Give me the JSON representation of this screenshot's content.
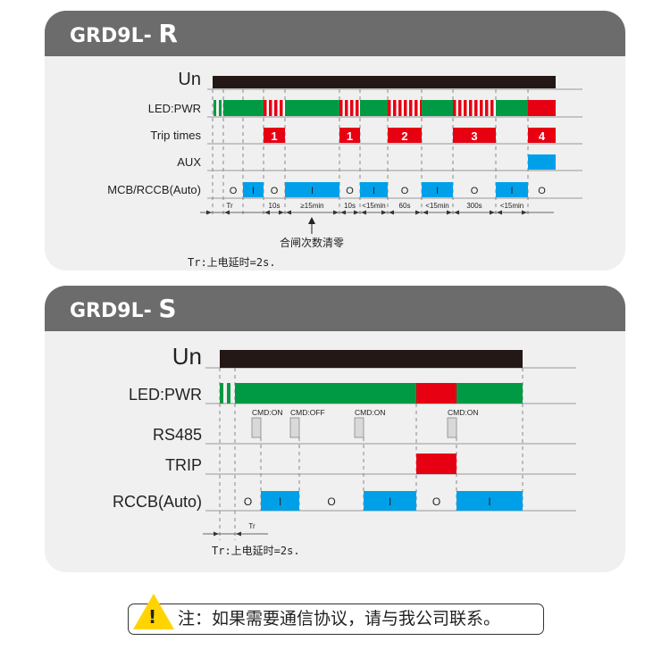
{
  "panels": [
    {
      "title_prefix": "GRD9L- ",
      "title_suffix": "R",
      "signals": [
        "Un",
        "LED:PWR",
        "Trip times",
        "AUX",
        "MCB/RCCB(Auto)"
      ],
      "trip_counts": [
        "1",
        "1",
        "2",
        "3",
        "4"
      ],
      "breaker_states": [
        "O",
        "I",
        "O",
        "I",
        "O",
        "I",
        "O",
        "I",
        "O",
        "I",
        "O"
      ],
      "durations": [
        "Tr",
        "10s",
        "≥15min",
        "10s",
        "<15min",
        "60s",
        "<15min",
        "300s",
        "<15min"
      ],
      "annotation": "合闸次数清零",
      "footnote": "Tr:上电延时=2s."
    },
    {
      "title_prefix": "GRD9L- ",
      "title_suffix": "S",
      "signals": [
        "Un",
        "LED:PWR",
        "RS485",
        "TRIP",
        "RCCB(Auto)"
      ],
      "commands": [
        "CMD:ON",
        "CMD:OFF",
        "CMD:ON",
        "CMD:ON"
      ],
      "breaker_states": [
        "O",
        "I",
        "O",
        "I",
        "O",
        "I"
      ],
      "durations": [
        "Tr"
      ],
      "footnote": "Tr:上电延时=2s."
    }
  ],
  "note": {
    "icon": "warning-icon",
    "symbol": "!",
    "text": "注：如果需要通信协议，请与我公司联系。"
  },
  "colors": {
    "green": "#009a44",
    "red": "#e60012",
    "blue": "#00a0e9",
    "black": "#231815",
    "gray": "#d9d9d9",
    "header": "#6c6c6c"
  }
}
